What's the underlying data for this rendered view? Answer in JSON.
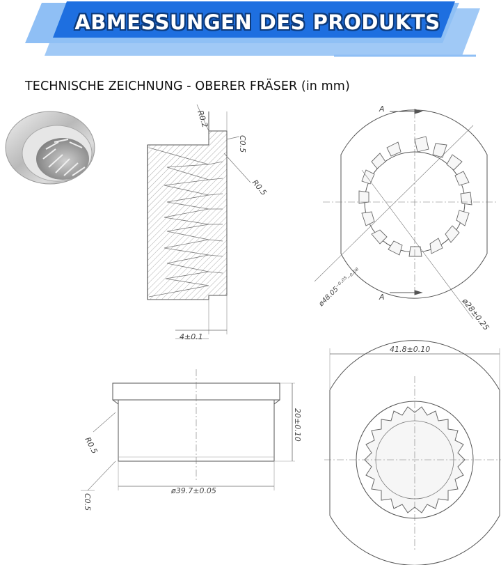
{
  "banner": {
    "title": "ABMESSUNGEN DES PRODUKTS",
    "colors": {
      "primary": "#1e6fe0",
      "light": "#8fbff5",
      "outline": "#0d3a7a"
    }
  },
  "section_title": "TECHNISCHE ZEICHNUNG - OBERER FRÄSER (in mm)",
  "product_photo": {
    "icon": "burr-ring-photo"
  },
  "side_view": {
    "labels": {
      "r02": "R0.2",
      "c05": "C0.5",
      "r05": "R0.5",
      "thickness": "4±0.1"
    }
  },
  "top_view": {
    "labels": {
      "section_a_top": "A",
      "section_a_bottom": "A",
      "outer_diameter": "ø48.05⁻⁰·⁰⁵₋₀.₀₈",
      "inner_diameter": "ø28±0.25"
    }
  },
  "front_view": {
    "labels": {
      "r05": "R0.5",
      "height": "20±0.10",
      "diameter": "ø39.7±0.05",
      "c05": "C0.5"
    }
  },
  "bottom_view": {
    "labels": {
      "outer_width": "41.8±0.10"
    }
  }
}
